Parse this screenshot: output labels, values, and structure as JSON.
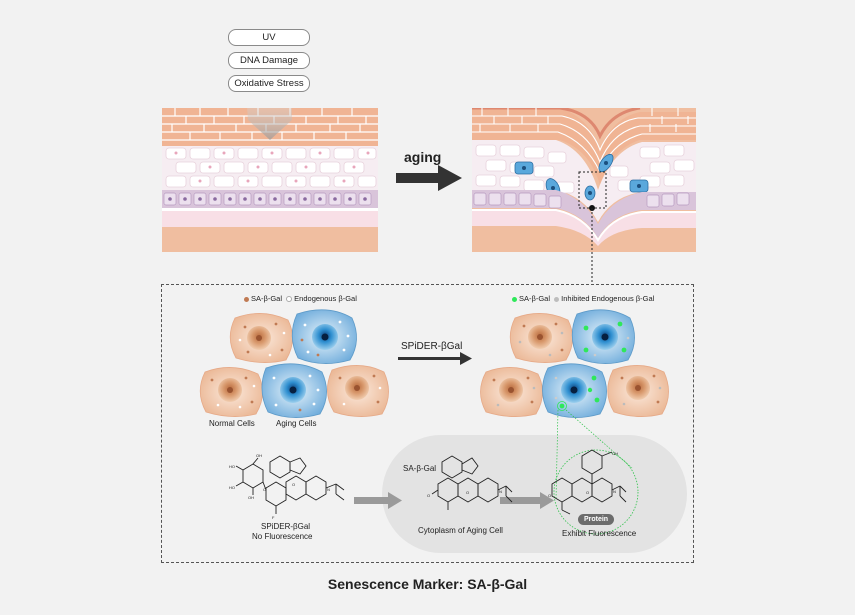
{
  "stressors": [
    "UV",
    "DNA Damage",
    "Oxidative Stress"
  ],
  "aging_label": "aging",
  "legend_left": {
    "sa_gal": "SA-β-Gal",
    "endogenous_gal": "Endogenous β-Gal"
  },
  "legend_right": {
    "sa_gal": "SA-β-Gal",
    "inhibited_gal": "Inhibited Endogenous β-Gal"
  },
  "reagent_label": "SPiDER-βGal",
  "cells": {
    "normal": "Normal Cells",
    "aging": "Aging Cells"
  },
  "molecule": {
    "probe_name": "SPiDER-βGal",
    "probe_state": "No Fluorescence",
    "intermediate_label": "SA-β-Gal",
    "cytoplasm_label": "Cytoplasm of Aging Cell",
    "protein_label": "Protein",
    "result_label": "Exhibit Fluorescence"
  },
  "footer_title": "Senescence Marker: SA-β-Gal",
  "colors": {
    "normal_cell": "#f1c9ad",
    "aging_cell": "#7fb6e1",
    "sa_dot": "#c07a53",
    "green_dot": "#2ee85a",
    "skin_top": "#f2b99a",
    "background": "#f2f2f2"
  }
}
